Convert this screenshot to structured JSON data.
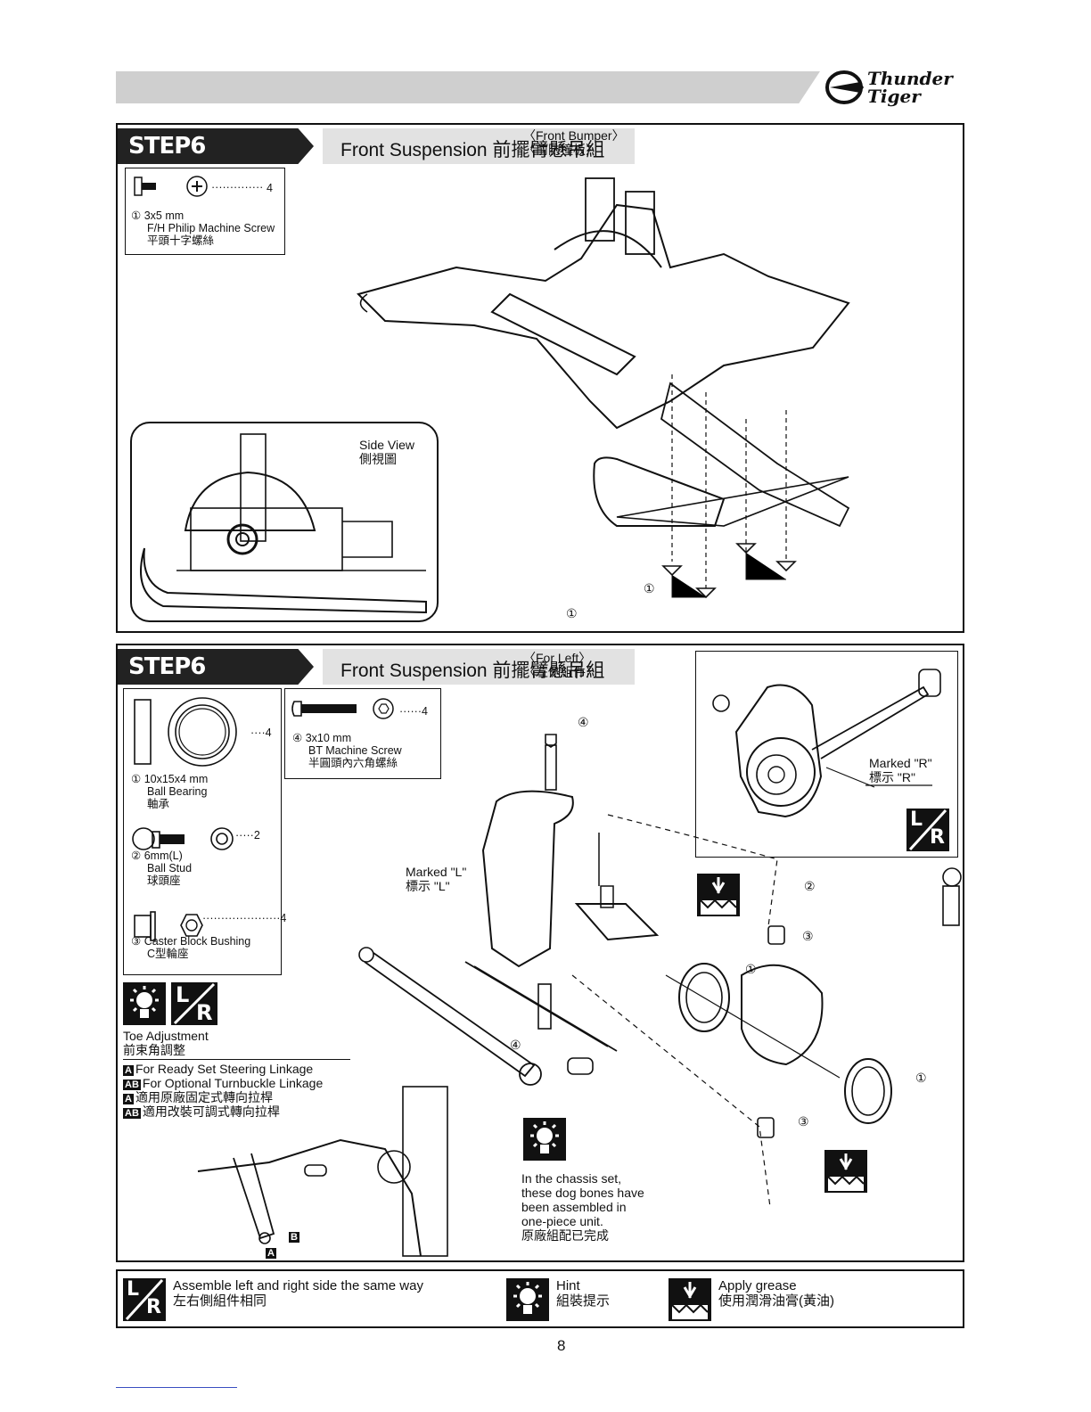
{
  "header": {
    "brand_line1": "Thunder",
    "brand_line2": "Tiger"
  },
  "step1": {
    "step": "STEP6",
    "title": "Front Suspension 前擺臂懸吊組",
    "subtitle_en": "〈Front Bumper〉",
    "subtitle_zh": "〈前防撞板〉",
    "part": {
      "qty": "4",
      "num": "①",
      "size": "3x5 mm",
      "name_en": "F/H Philip Machine Screw",
      "name_zh": "平頭十字螺絲"
    },
    "side_view": {
      "label_en": "Side View",
      "label_zh": "側視圖"
    },
    "callouts": [
      "①",
      "①"
    ]
  },
  "step2": {
    "step": "STEP6",
    "title": "Front Suspension 前擺臂懸吊組",
    "subtitle_en": "〈For Left〉",
    "subtitle_zh": "〈左側組件〉",
    "parts": [
      {
        "num": "①",
        "qty": "4",
        "size": "10x15x4 mm",
        "name_en": "Ball Bearing",
        "name_zh": "軸承"
      },
      {
        "num": "②",
        "qty": "2",
        "size": "6mm(L)",
        "name_en": "Ball Stud",
        "name_zh": "球頭座"
      },
      {
        "num": "③",
        "qty": "4",
        "size": "",
        "name_en": "Caster Block Bushing",
        "name_zh": "C型輪座"
      },
      {
        "num": "④",
        "qty": "4",
        "size": "3x10 mm",
        "name_en": "BT Machine Screw",
        "name_zh": "半圓頭內六角螺絲"
      }
    ],
    "toe": {
      "title_en": "Toe Adjustment",
      "title_zh": "前束角調整",
      "lines": [
        {
          "tags": "A",
          "text": "For Ready Set Steering Linkage"
        },
        {
          "tags": "AB",
          "text": "For Optional Turnbuckle Linkage"
        },
        {
          "tags": "A",
          "text": "適用原廠固定式轉向拉桿"
        },
        {
          "tags": "AB",
          "text": "適用改裝可調式轉向拉桿"
        }
      ],
      "mark_a": "A",
      "mark_b": "B"
    },
    "marked_l_en": "Marked \"L\"",
    "marked_l_zh": "標示 \"L\"",
    "marked_r_en": "Marked \"R\"",
    "marked_r_zh": "標示 \"R\"",
    "hint_text": [
      "In the chassis set,",
      "these dog bones have",
      "been assembled in",
      "one-piece unit.",
      "原廠組配已完成"
    ],
    "callouts": {
      "c4a": "④",
      "c4b": "④",
      "c2": "②",
      "c3a": "③",
      "c3b": "③",
      "c1a": "①",
      "c1b": "①"
    }
  },
  "legend": {
    "lr_en": "Assemble left and right side the same way",
    "lr_zh": "左右側組件相同",
    "hint_en": "Hint",
    "hint_zh": "組裝提示",
    "grease_en": "Apply grease",
    "grease_zh": "使用潤滑油膏(黃油)"
  },
  "page_number": "8",
  "lr_icon": {
    "l": "L",
    "r": "R"
  }
}
